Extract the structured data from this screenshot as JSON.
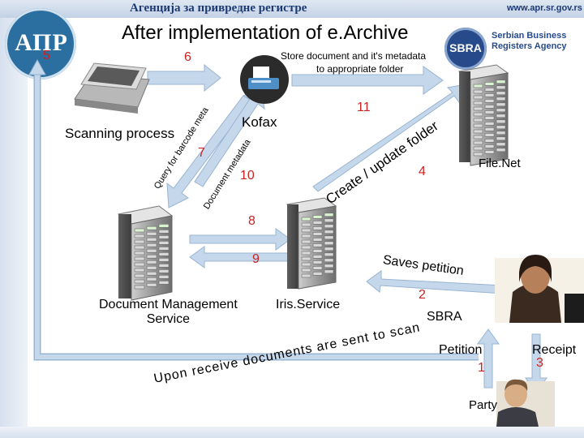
{
  "header": {
    "agency_title": "Агенција за привредне регистре",
    "url": "www.apr.sr.gov.rs",
    "logo_text": "АПР"
  },
  "title": "After implementation of e.Archive",
  "sbra_logo": {
    "mark": "SBRA",
    "line1": "Serbian Business",
    "line2": "Registers Agency"
  },
  "nodes": {
    "scanner": "Scanning process",
    "kofax": "Kofax",
    "filenet": "File.Net",
    "dms_line1": "Document Management",
    "dms_line2": "Service",
    "iris": "Iris.Service",
    "sbra": "SBRA",
    "petition": "Petition",
    "receipt": "Receipt",
    "party": "Party"
  },
  "edge_labels": {
    "store": "Store document and it's metadata",
    "store2": "to appropriate folder",
    "query": "Query for barcode meta",
    "docmeta": "Document metadata",
    "create": "Create / update folder",
    "saves": "Saves petition",
    "scan": "Upon receive documents are sent to scan"
  },
  "numbers": {
    "n5": "5",
    "n6": "6",
    "n7": "7",
    "n8": "8",
    "n9": "9",
    "n10": "10",
    "n11": "11",
    "n4": "4",
    "n2": "2",
    "n1": "1",
    "n3": "3"
  },
  "colors": {
    "arrow": "#c5d7ea",
    "arrow_stroke": "#98b4d2",
    "accent_red": "#cc2222",
    "server": "#8f8f8f",
    "logo_blue": "#2a6fa0",
    "sbra_blue": "#264a8a"
  }
}
